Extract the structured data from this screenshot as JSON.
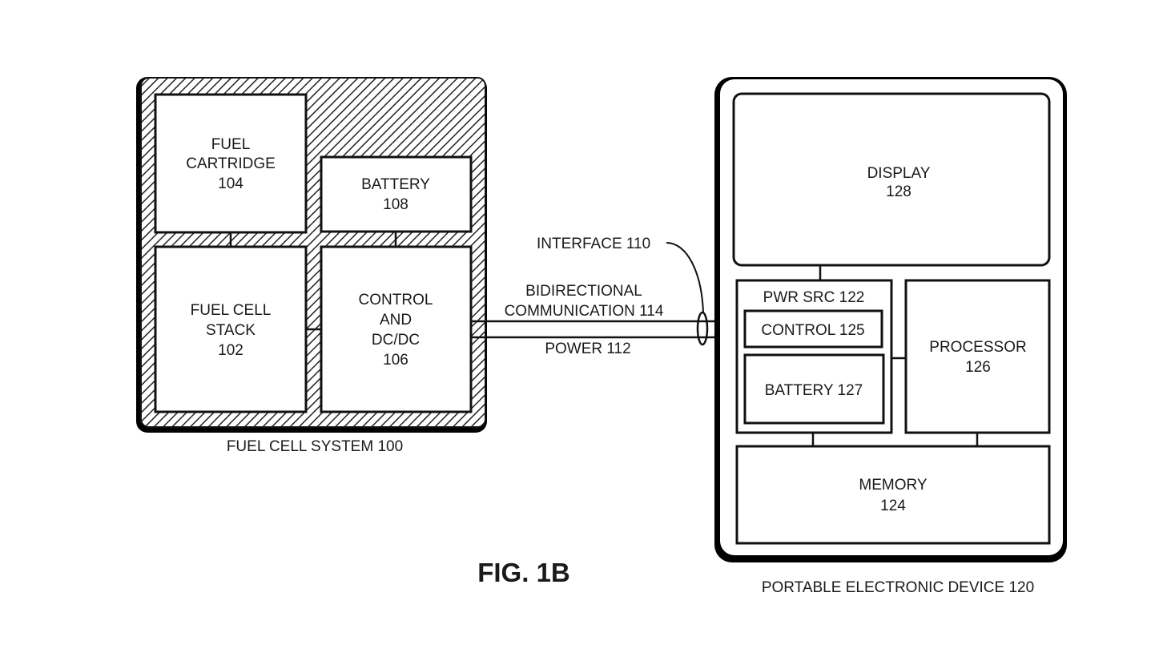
{
  "figure": {
    "label": "FIG. 1B"
  },
  "fuel_cell_system": {
    "caption": "FUEL CELL SYSTEM 100",
    "fuel_cartridge": [
      "FUEL",
      "CARTRIDGE",
      "104"
    ],
    "battery": [
      "BATTERY",
      "108"
    ],
    "fuel_cell_stack": [
      "FUEL CELL",
      "STACK",
      "102"
    ],
    "control_dcdc": [
      "CONTROL",
      "AND",
      "DC/DC",
      "106"
    ]
  },
  "interface": {
    "interface_label": "INTERFACE 110",
    "comm_label": [
      "BIDIRECTIONAL",
      "COMMUNICATION 114"
    ],
    "power_label": "POWER 112"
  },
  "portable_device": {
    "caption": "PORTABLE ELECTRONIC DEVICE 120",
    "display": [
      "DISPLAY",
      "128"
    ],
    "pwr_src": "PWR SRC 122",
    "control": "CONTROL 125",
    "battery": "BATTERY 127",
    "processor": [
      "PROCESSOR",
      "126"
    ],
    "memory": [
      "MEMORY",
      "124"
    ]
  }
}
